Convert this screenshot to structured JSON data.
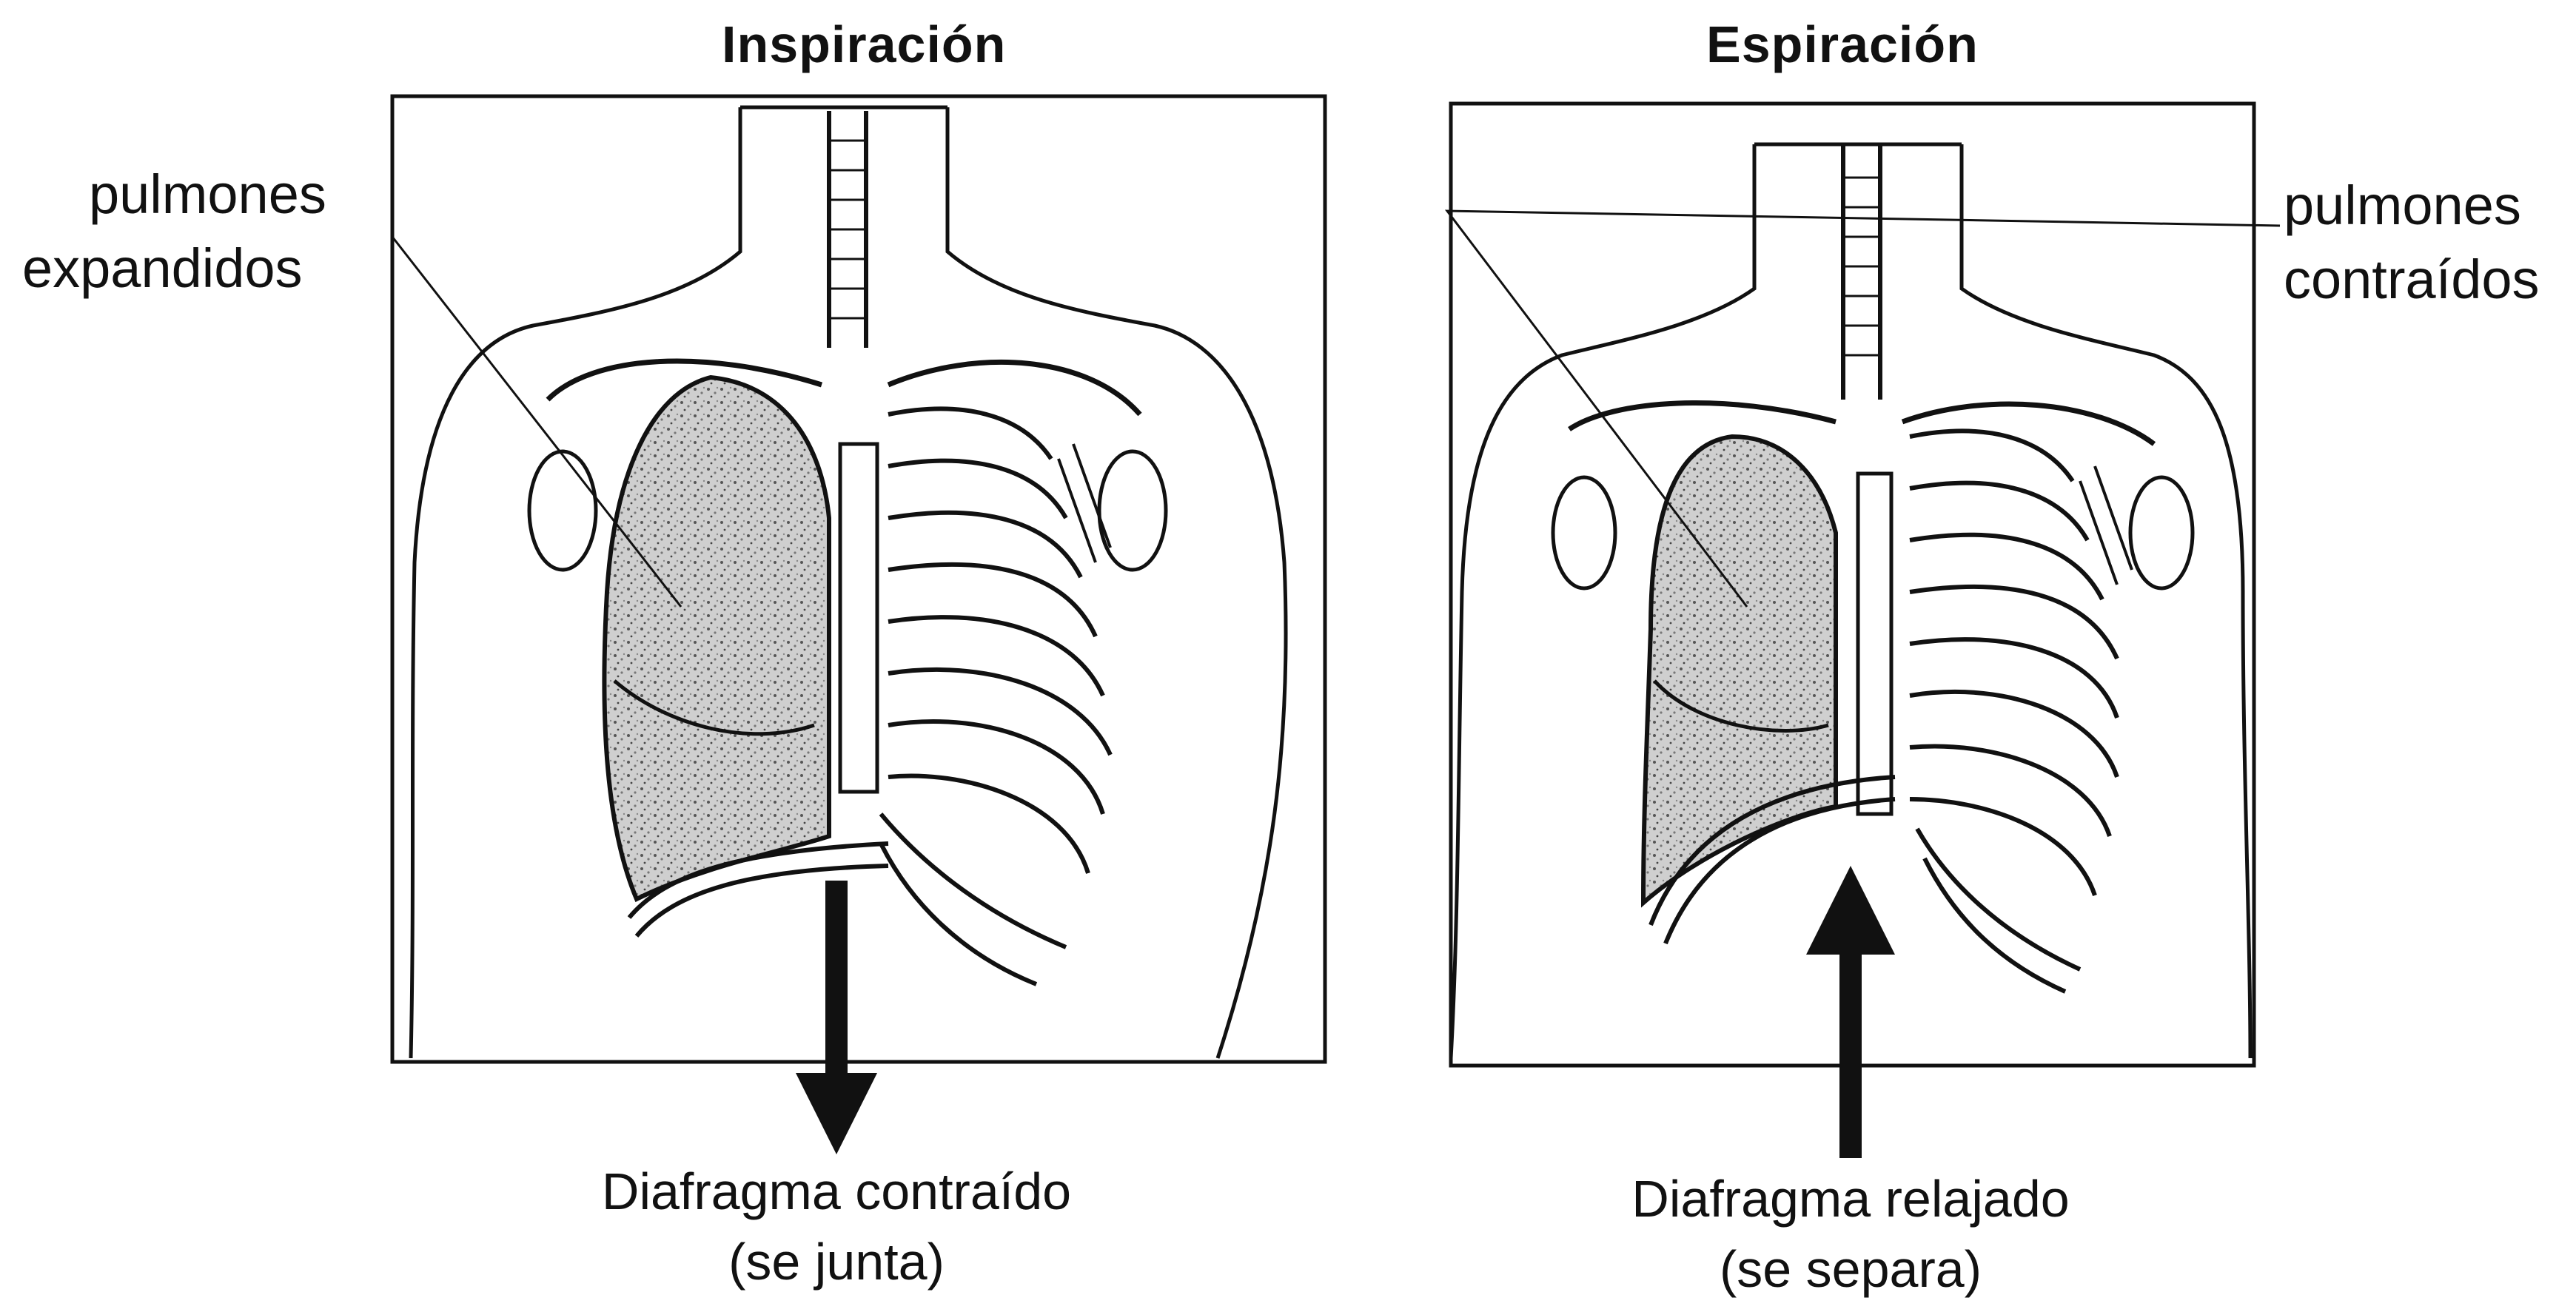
{
  "panels": {
    "inspiration": {
      "title": "Inspiración",
      "lung_label": [
        "pulmones",
        "expandidos"
      ],
      "diaphragm_label": [
        "Diafragma contraído",
        "(se junta)"
      ]
    },
    "expiration": {
      "title": "Espiración",
      "lung_label": [
        "pulmones",
        "contraídos"
      ],
      "diaphragm_label": [
        "Diafragma relajado",
        "(se separa)"
      ]
    }
  },
  "colors": {
    "ink": "#111111",
    "lung_fill": "#bdbdbd",
    "background": "#ffffff"
  }
}
